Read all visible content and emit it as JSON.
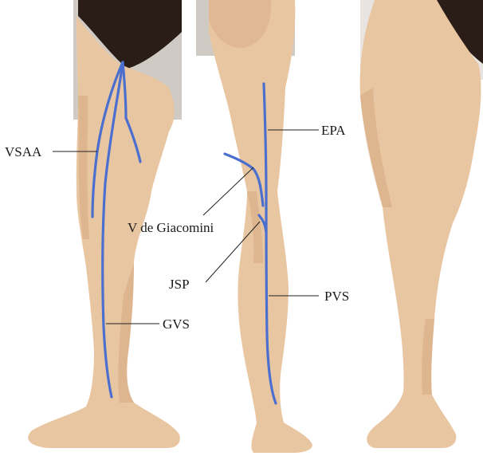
{
  "labels": {
    "vsaa": "VSAA",
    "gvs": "GVS",
    "epa": "EPA",
    "giacomini": "V de Giacomini",
    "jsp": "JSP",
    "pvs": "PVS"
  },
  "colors": {
    "vein": "#4a6fcf",
    "skin": "#e9c6a2",
    "garment": "#2a1d18"
  }
}
